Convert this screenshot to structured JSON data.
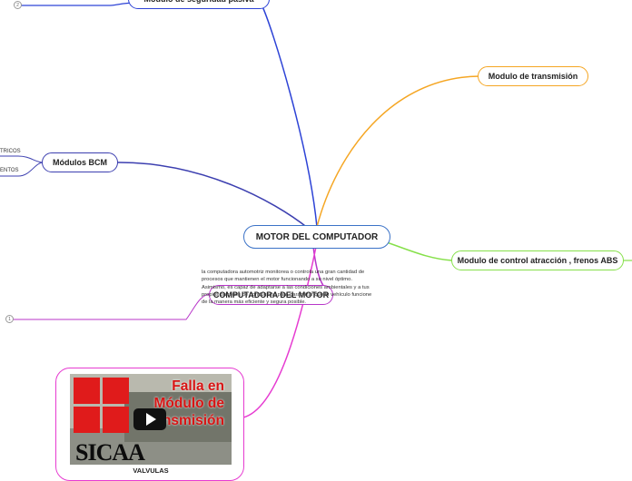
{
  "central": {
    "label": "MOTOR DEL COMPUTADOR"
  },
  "nodes": {
    "seguridad": {
      "label": "Modulo de seguridad pasiva"
    },
    "transmision": {
      "label": "Modulo de transmisión"
    },
    "bcm": {
      "label": "Módulos BCM"
    },
    "traccion": {
      "label": "Modulo de control atracción , frenos ABS"
    },
    "computadora": {
      "label": "COMPUTADORA DEL MOTOR"
    }
  },
  "bcm_children": [
    "TRICOS",
    "ENTOS"
  ],
  "description": "la computadora automotriz monitorea o controla una gran cantidad de procesos que mantienen el motor funcionando a su nivel óptimo. Asimismo, es capaz de adaptarse a las condiciones ambientales y a tus propios patrones de conducción para garantizar que tu vehículo funcione de la manera más eficiente y segura posible.",
  "badges": {
    "top": "2",
    "description": "1"
  },
  "video": {
    "overlay_text": [
      "Falla en",
      "Módulo de",
      "Transmisión"
    ],
    "brand": "SICAA",
    "label": "VALVULAS"
  },
  "colors": {
    "seguridad": "#2d43d6",
    "transmision": "#f5a623",
    "bcm": "#3c3fb0",
    "traccion": "#86e04a",
    "computadora": "#b836c9",
    "video": "#e63bd1",
    "central": "#3b72c7"
  }
}
